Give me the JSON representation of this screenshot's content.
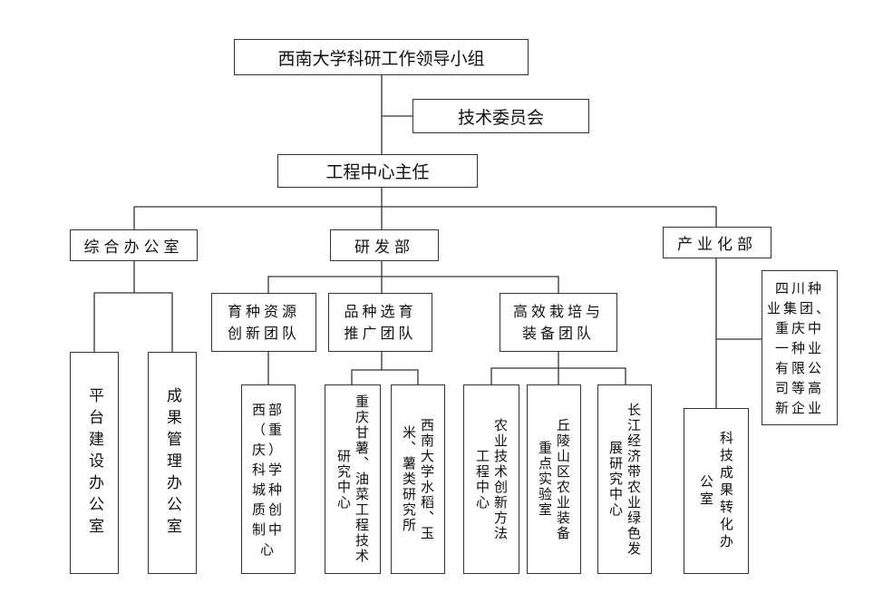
{
  "top": "西南大学科研工作领导小组",
  "committee": "技术委员会",
  "director": "工程中心主任",
  "departments": {
    "general_office": "综合办公室",
    "rnd": "研发部",
    "industrial": "产业化部"
  },
  "teams": {
    "breeding": [
      "育种资源",
      "创新团队"
    ],
    "variety": [
      "品种选育",
      "推广团队"
    ],
    "cultivation": [
      "高效栽培与",
      "装备团队"
    ]
  },
  "offices": {
    "platform": "平台建设办公室",
    "achievement": "成果管理办公室",
    "transfer": "科技成果转化办公室"
  },
  "centers": {
    "southwest_city": [
      "西部",
      "（重",
      "庆）",
      "科学",
      "城种",
      "质创",
      "制中",
      "心"
    ],
    "chongqing_sweet": [
      "重庆甘薯、油菜工程技术研究中心"
    ],
    "southwest_rice": [
      "西南大学水稻、玉米、薯类研究所"
    ],
    "agri_tech": [
      "农业技术创新方法工程中心"
    ],
    "hilly": [
      "丘陵山区农业装备重点实验室"
    ],
    "yangtze": [
      "长江经济带农业绿色发展研究中心"
    ]
  },
  "enterprises": [
    "四川种",
    "业集团、",
    "重庆中",
    "一种业",
    "有限公",
    "司等高",
    "新企业"
  ]
}
